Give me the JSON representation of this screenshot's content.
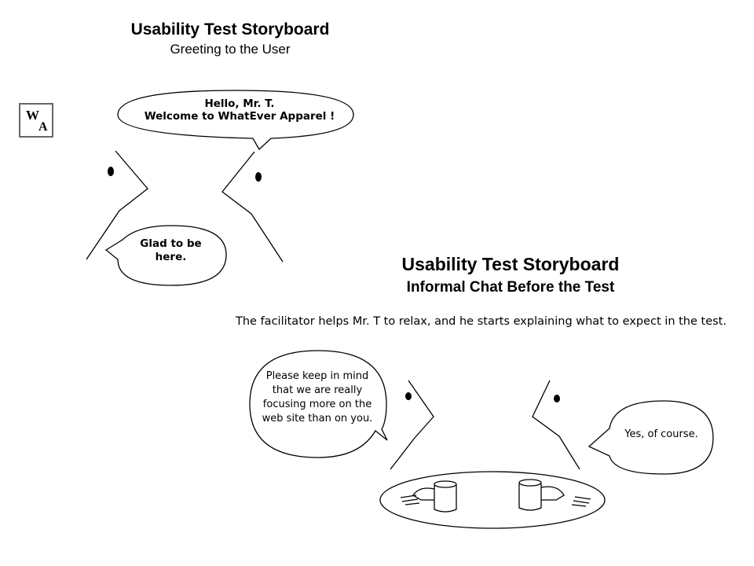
{
  "scene1": {
    "title": "Usability Test Storyboard",
    "subtitle": "Greeting to the User",
    "logo": {
      "letter_top": "W",
      "letter_bottom": "A"
    },
    "speech_host": [
      "Hello, Mr. T.",
      "Welcome to WhatEver Apparel !"
    ],
    "speech_user": [
      "Glad to be",
      "here."
    ]
  },
  "scene2": {
    "title": "Usability Test Storyboard",
    "subtitle": "Informal Chat Before the Test",
    "caption": "The facilitator helps Mr. T to relax, and he starts explaining what to expect in the test.",
    "speech_facilitator": [
      "Please keep in mind",
      "that we are really",
      "focusing more on the",
      "web site than on you."
    ],
    "speech_user": "Yes, of course."
  }
}
